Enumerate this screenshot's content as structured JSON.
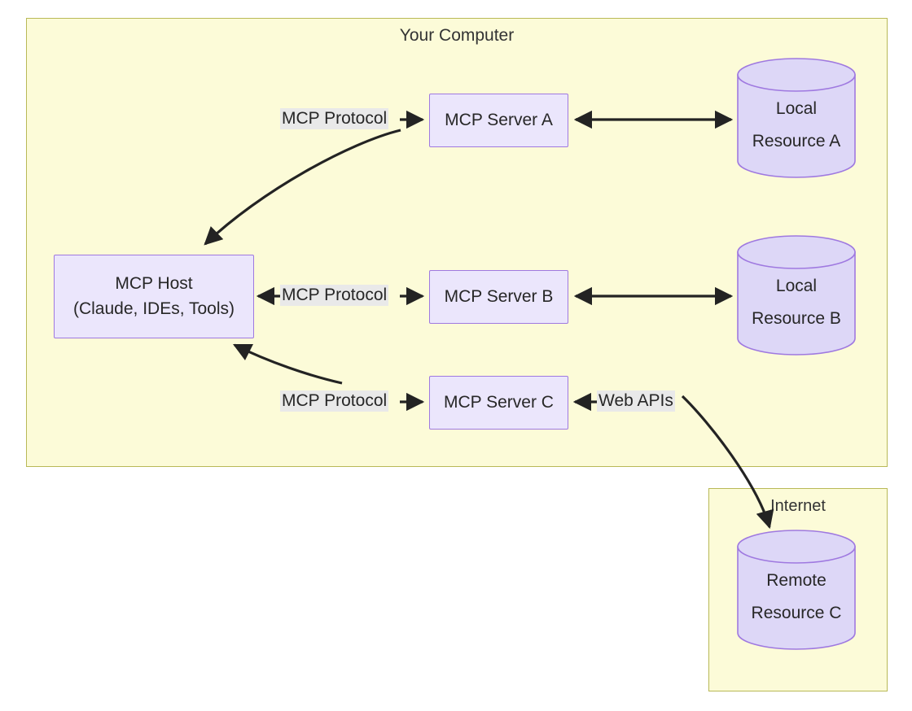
{
  "diagram": {
    "type": "architecture-flowchart",
    "containers": [
      {
        "id": "your-computer",
        "title": "Your Computer"
      },
      {
        "id": "internet",
        "title": "Internet"
      }
    ],
    "nodes": [
      {
        "id": "mcp-host",
        "shape": "rect",
        "line1": "MCP Host",
        "line2": "(Claude, IDEs, Tools)"
      },
      {
        "id": "mcp-server-a",
        "shape": "rect",
        "line1": "MCP Server A"
      },
      {
        "id": "mcp-server-b",
        "shape": "rect",
        "line1": "MCP Server B"
      },
      {
        "id": "mcp-server-c",
        "shape": "rect",
        "line1": "MCP Server C"
      },
      {
        "id": "local-resource-a",
        "shape": "cylinder",
        "line1": "Local",
        "line2": "Resource A"
      },
      {
        "id": "local-resource-b",
        "shape": "cylinder",
        "line1": "Local",
        "line2": "Resource B"
      },
      {
        "id": "remote-resource-c",
        "shape": "cylinder",
        "line1": "Remote",
        "line2": "Resource C"
      }
    ],
    "edge_labels": {
      "protocol_a": "MCP Protocol",
      "protocol_b": "MCP Protocol",
      "protocol_c": "MCP Protocol",
      "web_apis": "Web APIs"
    },
    "colors": {
      "container_fill": "#fcfbd8",
      "container_stroke": "#b9b957",
      "node_fill": "#ebe6fc",
      "node_stroke": "#9f79e0",
      "cylinder_fill": "#ddd7f7",
      "cylinder_stroke": "#9f79e0",
      "edge_stroke": "#232323",
      "label_bg": "#e9e9e9",
      "text": "#272727"
    }
  }
}
